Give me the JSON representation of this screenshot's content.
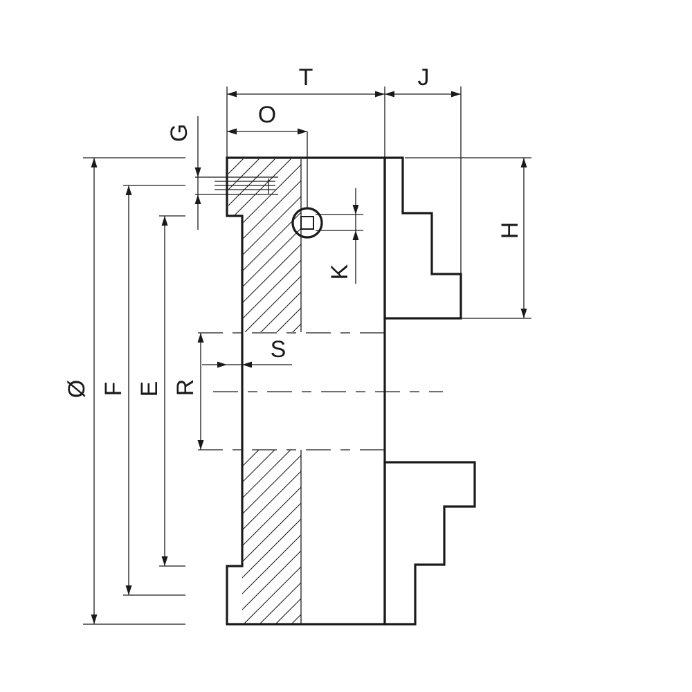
{
  "labels": {
    "T": "T",
    "J": "J",
    "O": "O",
    "G": "G",
    "H": "H",
    "K": "K",
    "S": "S",
    "diameter": "Ø",
    "F": "F",
    "E": "E",
    "R": "R"
  },
  "colors": {
    "ink": "#1a1a1a",
    "background": "#ffffff"
  }
}
